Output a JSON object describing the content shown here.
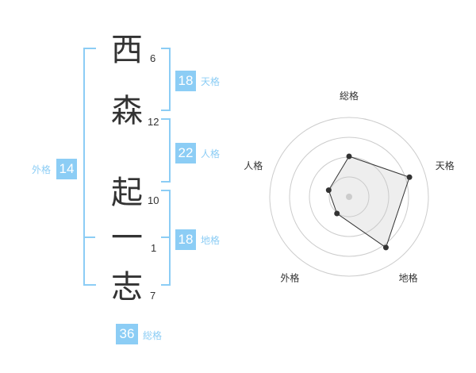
{
  "name": {
    "chars": [
      {
        "char": "西",
        "strokes": "6"
      },
      {
        "char": "森",
        "strokes": "12"
      },
      {
        "char": "起",
        "strokes": "10"
      },
      {
        "char": "一",
        "strokes": "1"
      },
      {
        "char": "志",
        "strokes": "7"
      }
    ]
  },
  "fortune": {
    "tenkaku": {
      "value": "18",
      "label": "天格"
    },
    "jinkaku": {
      "value": "22",
      "label": "人格"
    },
    "chikaku": {
      "value": "18",
      "label": "地格"
    },
    "gaikaku": {
      "value": "14",
      "label": "外格"
    },
    "soukaku": {
      "value": "36",
      "label": "総格"
    }
  },
  "colors": {
    "accent": "#8ccdf5",
    "text": "#333333"
  },
  "chart_data": {
    "type": "radar",
    "axes": [
      "総格",
      "天格",
      "地格",
      "外格",
      "人格"
    ],
    "values": [
      0.51,
      0.8,
      0.79,
      0.26,
      0.27
    ],
    "range": [
      0,
      1
    ],
    "rings": 4
  }
}
